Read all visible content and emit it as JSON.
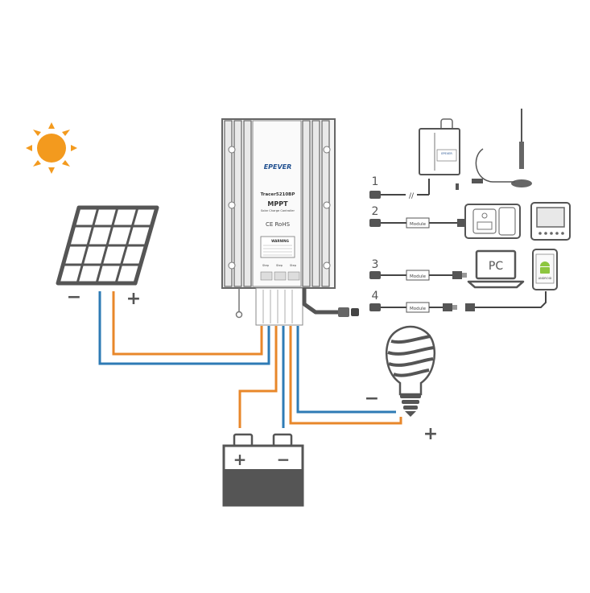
{
  "controller": {
    "brand": "EPEVER",
    "model": "Tracer5210BP",
    "type": "MPPT",
    "subtitle": "Solar Charge Controller",
    "cert": "CE RoHS",
    "warning": "WARNING",
    "step1": "Step",
    "step2": "Step",
    "step3": "Step"
  },
  "panel": {
    "minus": "−",
    "plus": "+"
  },
  "battery": {
    "plus": "+",
    "minus": "−"
  },
  "bulb": {
    "minus": "−",
    "plus": "+"
  },
  "options": [
    {
      "number": "1"
    },
    {
      "number": "2",
      "module": "Module"
    },
    {
      "number": "3",
      "module": "Module"
    },
    {
      "number": "4",
      "module": "Module"
    }
  ],
  "devices": {
    "pc": "PC",
    "phone_os": "ANDROID"
  },
  "colors": {
    "orange": "#E8872A",
    "blue": "#2E7BB5",
    "gray": "#5a5a5a",
    "sun": "#F39A1E"
  }
}
